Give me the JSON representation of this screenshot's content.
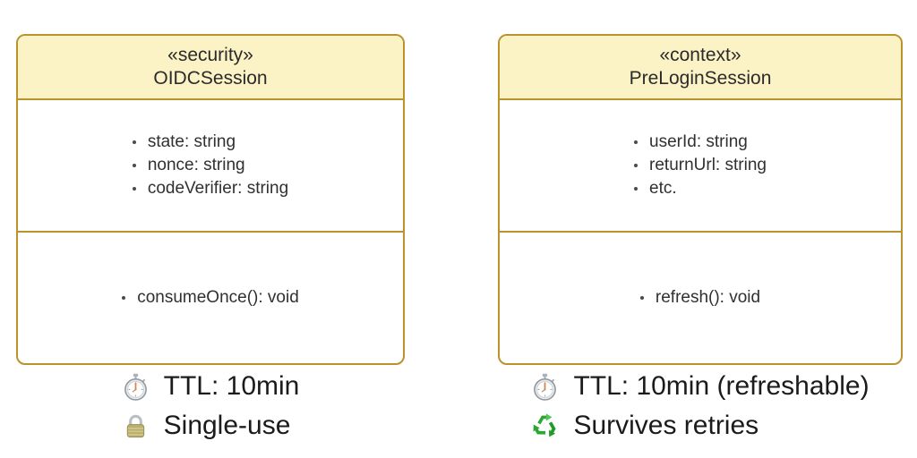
{
  "diagram": {
    "cards": [
      {
        "stereotype": "«security»",
        "name": "OIDCSession",
        "attributes": [
          "state: string",
          "nonce: string",
          "codeVerifier: string"
        ],
        "methods": [
          "consumeOnce(): void"
        ],
        "notes": [
          {
            "icon": "stopwatch-icon",
            "text": "TTL: 10min"
          },
          {
            "icon": "lock-icon",
            "text": "Single-use"
          }
        ]
      },
      {
        "stereotype": "«context»",
        "name": "PreLoginSession",
        "attributes": [
          "userId: string",
          "returnUrl: string",
          "etc."
        ],
        "methods": [
          "refresh(): void"
        ],
        "notes": [
          {
            "icon": "stopwatch-icon",
            "text": "TTL: 10min (refreshable)"
          },
          {
            "icon": "recycle-icon",
            "text": "Survives retries"
          }
        ]
      }
    ],
    "colors": {
      "header_fill": "#fbf2c5",
      "border_gold": "#b8932e",
      "body_text": "#303030",
      "note_text": "#1b1b1b",
      "recycle_green_dark": "#1f9c26",
      "recycle_green_mid": "#2ca832",
      "recycle_green_light": "#55c35a",
      "lock_body": "#b9ae6d",
      "stopwatch_hand_orange": "#e0823f",
      "stopwatch_metal": "#aab1b7"
    }
  }
}
